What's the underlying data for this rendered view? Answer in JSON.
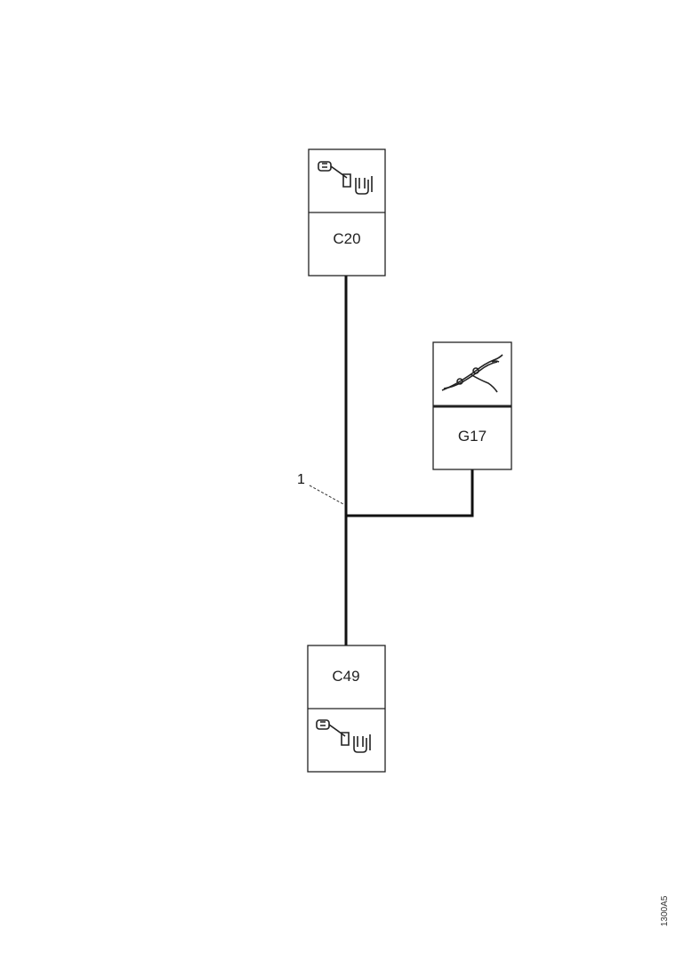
{
  "diagram": {
    "connectors": [
      {
        "id": "C20",
        "label": "C20",
        "icon": "terminal-icon"
      },
      {
        "id": "G17",
        "label": "G17",
        "icon": "ground-cable-icon"
      },
      {
        "id": "C49",
        "label": "C49",
        "icon": "terminal-icon"
      }
    ],
    "callout": "1",
    "reference": "1300A5"
  },
  "colors": {
    "line": "#111111",
    "border": "#222222"
  }
}
